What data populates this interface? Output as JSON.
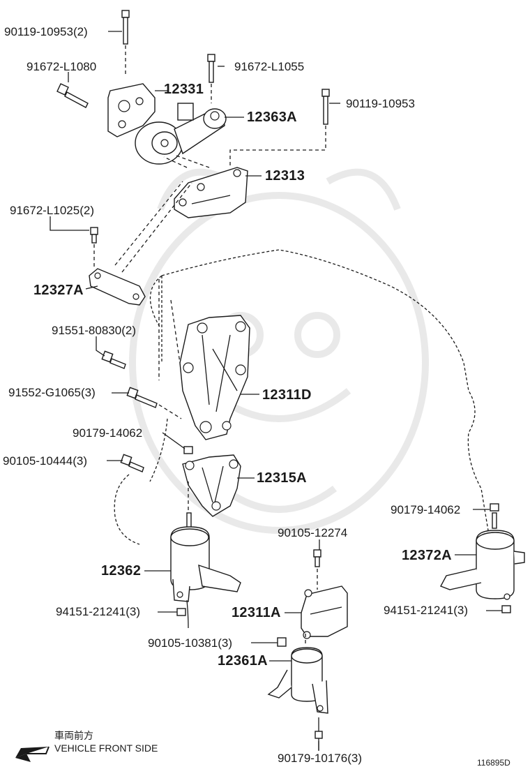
{
  "labels": {
    "p90119_10953_2": "90119-10953(2)",
    "p91672_L1080": "91672-L1080",
    "p91672_L1055": "91672-L1055",
    "p12331": "12331",
    "p90119_10953": "90119-10953",
    "p12363A": "12363A",
    "p12313": "12313",
    "p91672_L1025_2": "91672-L1025(2)",
    "p12327A": "12327A",
    "p91551_80830_2": "91551-80830(2)",
    "p12311D": "12311D",
    "p91552_G1065_3": "91552-G1065(3)",
    "p90179_14062_a": "90179-14062",
    "p90105_10444_3": "90105-10444(3)",
    "p12315A": "12315A",
    "p90179_14062_b": "90179-14062",
    "p90105_12274": "90105-12274",
    "p12372A": "12372A",
    "p12362": "12362",
    "p94151_21241_3_a": "94151-21241(3)",
    "p94151_21241_3_b": "94151-21241(3)",
    "p12311A": "12311A",
    "p90105_10381_3": "90105-10381(3)",
    "p12361A": "12361A",
    "p90179_10176_3": "90179-10176(3)"
  },
  "footer": {
    "direction_jp": "車両前方",
    "direction_en": "VEHICLE FRONT SIDE",
    "diagram_id": "116895D"
  },
  "colors": {
    "line": "#1a1a1a",
    "watermark": "#d7d7d7",
    "background": "#ffffff"
  }
}
